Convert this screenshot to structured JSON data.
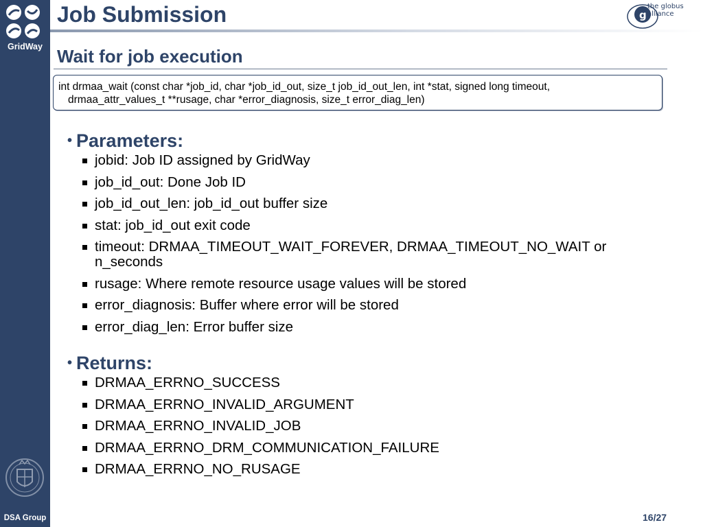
{
  "sidebar": {
    "brand": "GridWay",
    "group": "DSA Group"
  },
  "header": {
    "title": "Job Submission",
    "partner_logo_text": "the globus alliance",
    "partner_logo_letter": "g"
  },
  "slide": {
    "subtitle": "Wait for job execution",
    "signature_line1": "int drmaa_wait (const char *job_id, char *job_id_out, size_t job_id_out_len, int *stat, signed long timeout,",
    "signature_line2": "drmaa_attr_values_t **rusage, char *error_diagnosis, size_t error_diag_len)",
    "sections": [
      {
        "heading": "Parameters:",
        "items": [
          "jobid: Job ID assigned by GridWay",
          "job_id_out: Done Job ID",
          "job_id_out_len: job_id_out buffer size",
          "stat: job_id_out exit code",
          "timeout: DRMAA_TIMEOUT_WAIT_FOREVER, DRMAA_TIMEOUT_NO_WAIT or n_seconds",
          "rusage: Where remote resource usage values will be stored",
          "error_diagnosis: Buffer where error will be stored",
          "error_diag_len: Error buffer size"
        ]
      },
      {
        "heading": "Returns:",
        "items": [
          "DRMAA_ERRNO_SUCCESS",
          "DRMAA_ERRNO_INVALID_ARGUMENT",
          "DRMAA_ERRNO_INVALID_JOB",
          "DRMAA_ERRNO_DRM_COMMUNICATION_FAILURE",
          "DRMAA_ERRNO_NO_RUSAGE"
        ]
      }
    ],
    "page_number": "16/27"
  },
  "colors": {
    "sidebar": "#2e4468",
    "heading": "#2e4468"
  }
}
